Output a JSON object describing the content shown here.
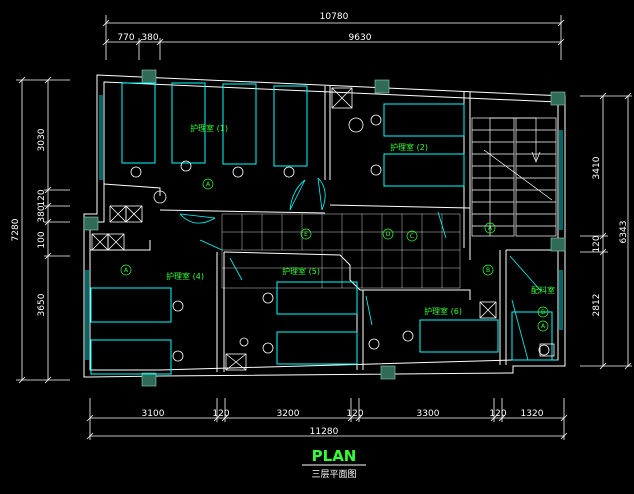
{
  "plan": {
    "title": "PLAN",
    "subtitle": "三层平面图"
  },
  "dimensions": {
    "top_total": "10780",
    "top_segments": [
      "770",
      "380",
      "9630"
    ],
    "bottom_total": "11280",
    "bottom_segments": [
      "3100",
      "120",
      "3200",
      "120",
      "3300",
      "120",
      "1320"
    ],
    "left_total": "7280",
    "left_segments": [
      "3030",
      "120",
      "380",
      "100",
      "3650"
    ],
    "right_total": "6343",
    "right_segments": [
      "3410",
      "120",
      "2812"
    ]
  },
  "rooms": [
    {
      "label": "护理室 (1)"
    },
    {
      "label": "护理室 (2)"
    },
    {
      "label": "护理室 (4)"
    },
    {
      "label": "护理室 (5)"
    },
    {
      "label": "护理室 (6)"
    },
    {
      "label": "配料室"
    }
  ],
  "markers": [
    "A",
    "B",
    "C",
    "D",
    "E"
  ],
  "colors": {
    "background": "#000000",
    "wall": "#ffffff",
    "furniture": "#00ffff",
    "label": "#33ff33",
    "column": "#2f6b57"
  }
}
